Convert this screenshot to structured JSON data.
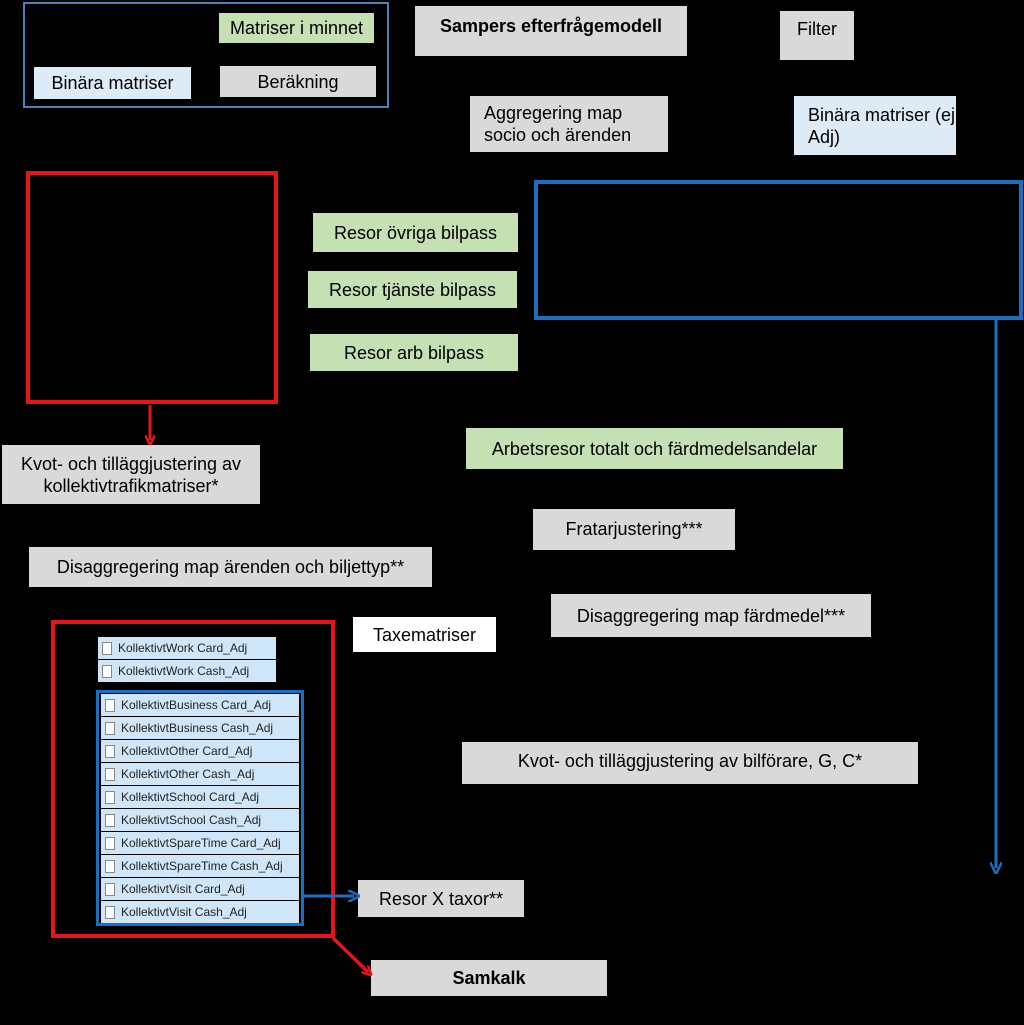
{
  "legend": {
    "in_memory": "Matriser i minnet",
    "binary": "Binära matriser",
    "calculation": "Beräkning"
  },
  "model_title": "Sampers efterfrågemodell",
  "filter": "Filter",
  "aggregation": "Aggregering map socio och ärenden",
  "binary_no_adj": "Binära matriser (ej Adj)",
  "trips": {
    "other": "Resor övriga bilpass",
    "service": "Resor tjänste bilpass",
    "work": "Resor arb bilpass"
  },
  "quota_transit": "Kvot- och tilläggjustering av kollektivtrafikmatriser*",
  "work_trips_total": "Arbetsresor totalt och färdmedelsandelar",
  "fratar": "Fratarjustering***",
  "disagg_errands": "Disaggregering map ärenden och biljettyp**",
  "disagg_mode": "Disaggregering map färdmedel***",
  "fare_matrices": "Taxematriser",
  "quota_car": "Kvot- och tilläggjustering av bilförare, G, C*",
  "trips_x_fares": "Resor X taxor**",
  "samkalk": "Samkalk",
  "files_work": [
    "KollektivtWork Card_Adj",
    "KollektivtWork Cash_Adj"
  ],
  "files_other": [
    "KollektivtBusiness Card_Adj",
    "KollektivtBusiness Cash_Adj",
    "KollektivtOther Card_Adj",
    "KollektivtOther Cash_Adj",
    "KollektivtSchool Card_Adj",
    "KollektivtSchool Cash_Adj",
    "KollektivtSpareTime Card_Adj",
    "KollektivtSpareTime Cash_Adj",
    "KollektivtVisit Card_Adj",
    "KollektivtVisit Cash_Adj"
  ],
  "colors": {
    "red": "#e8141b",
    "blue": "#1c6fbf",
    "legend_border": "#4f7fb7"
  }
}
